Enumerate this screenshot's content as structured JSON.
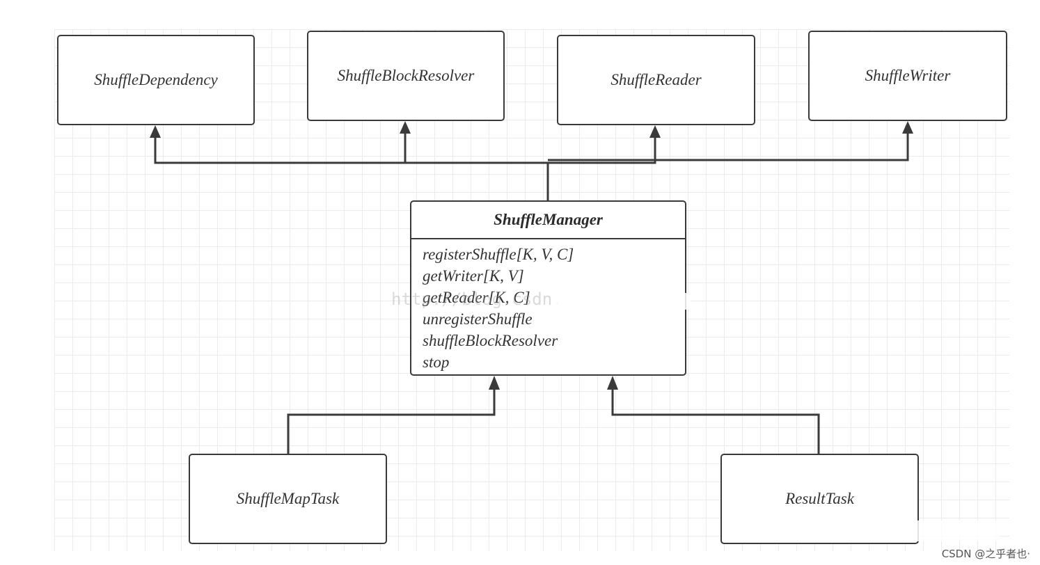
{
  "diagram": {
    "interfaces": {
      "dependency": "ShuffleDependency",
      "block_resolver": "ShuffleBlockResolver",
      "reader": "ShuffleReader",
      "writer": "ShuffleWriter"
    },
    "manager": {
      "title": "ShuffleManager",
      "methods": [
        "registerShuffle[K, V, C]",
        "getWriter[K, V]",
        "getReader[K, C]",
        "unregisterShuffle",
        "shuffleBlockResolver",
        "stop"
      ]
    },
    "tasks": {
      "map_task": "ShuffleMapTask",
      "result_task": "ResultTask"
    }
  },
  "watermarks": {
    "url": "http://blog.csdn.",
    "credit": "CSDN @之乎者也·"
  },
  "colors": {
    "line": "#3a3a3a",
    "box_border": "#3a3a3a",
    "grid_line": "#e6e6e6"
  }
}
